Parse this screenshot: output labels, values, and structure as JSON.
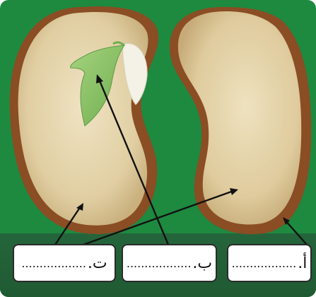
{
  "labels": [
    {
      "letter": "أ.",
      "dots": ".................."
    },
    {
      "letter": "ب.",
      "dots": ".................."
    },
    {
      "letter": "ت.",
      "dots": ".................."
    }
  ],
  "colors": {
    "background": "#1d8a40",
    "seed_coat": "#8a4d24",
    "cotyledon": "#e3d4ac",
    "leaf": "#8ec16a"
  }
}
